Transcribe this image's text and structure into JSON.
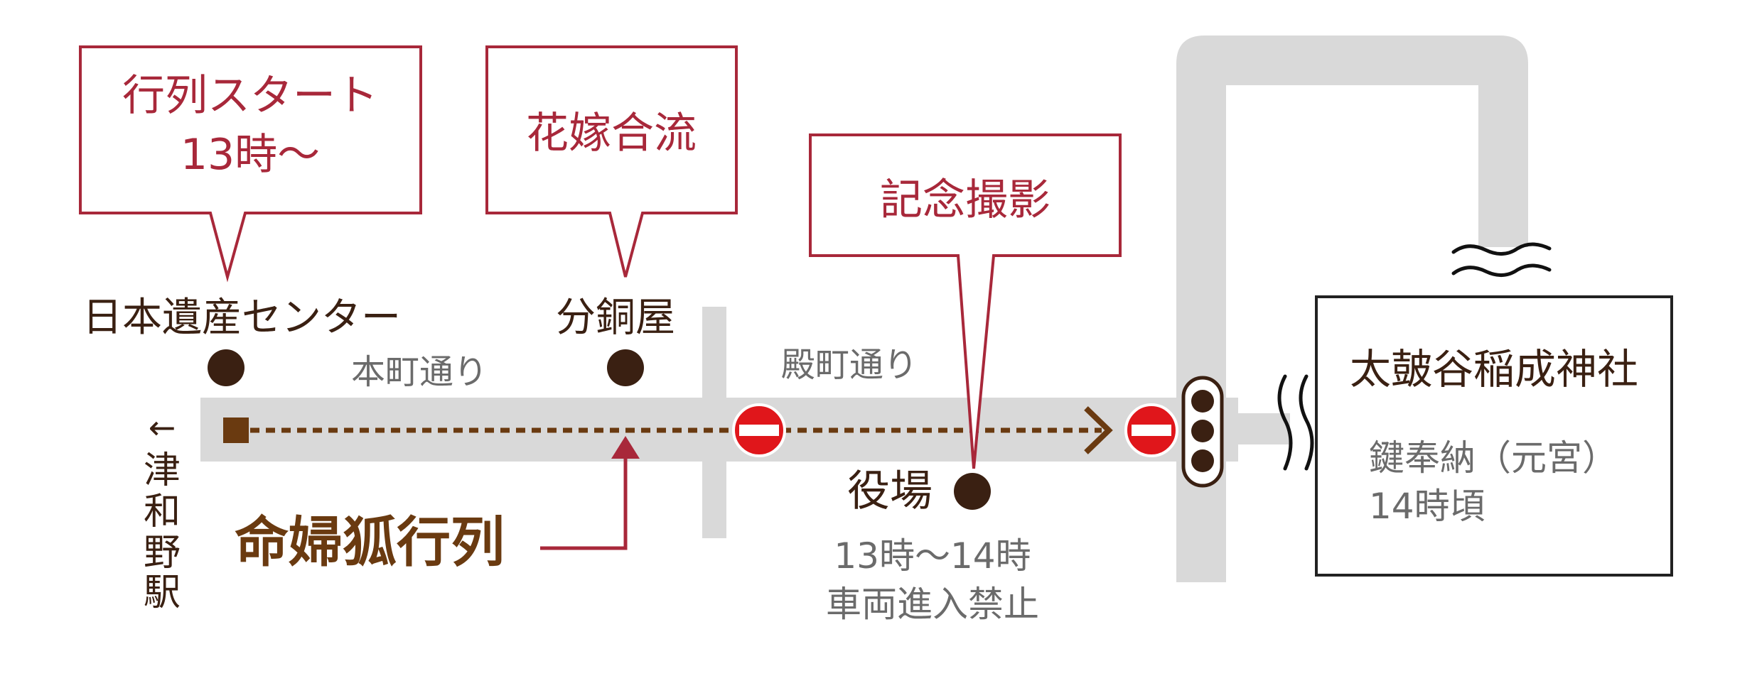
{
  "callouts": {
    "start_line1": "行列スタート",
    "start_line2": "13時〜",
    "bride": "花嫁合流",
    "photo": "記念撮影"
  },
  "places": {
    "heritage_center": "日本遺産センター",
    "fundoya": "分銅屋",
    "town_office": "役場",
    "shrine": "太皷谷稲成神社"
  },
  "streets": {
    "honmachi": "本町通り",
    "tonomachi": "殿町通り"
  },
  "restriction": {
    "time": "13時〜14時",
    "note": "車両進入禁止"
  },
  "shrine_info": {
    "line1": "鍵奉納（元宮）",
    "line2": "14時頃"
  },
  "station": {
    "arrow": "←",
    "chars": [
      "津",
      "和",
      "野",
      "駅"
    ]
  },
  "procession": {
    "label": "命婦狐行列"
  },
  "colors": {
    "accent_red": "#a8283a",
    "road_gray": "#d9d9d9",
    "route_brown": "#6a3a10",
    "marker_dark": "#3a2012",
    "no_entry_red": "#e0161b"
  },
  "icons": [
    "no-entry-icon",
    "traffic-light-icon",
    "map-marker-dot",
    "wavy-break-icon"
  ]
}
